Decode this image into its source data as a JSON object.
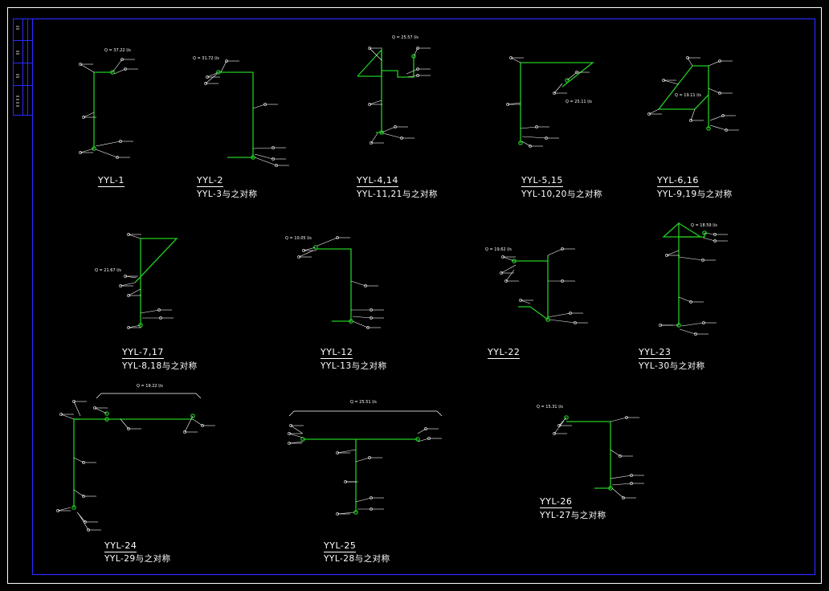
{
  "colors": {
    "background": "#000000",
    "frame": "#ffffff",
    "border": "#2a2aff",
    "pipe": "#22cc22",
    "annotation": "#ffffff"
  },
  "drawing": {
    "title_block_stamp": "YYL sheet"
  },
  "diagrams": [
    {
      "id": "d1",
      "label": "YYL-1",
      "sub": "",
      "flow": "Q = 37.22 l/s"
    },
    {
      "id": "d2",
      "label": "YYL-2",
      "sub": "YYL-3与之对称",
      "flow": "Q = 31.72 l/s"
    },
    {
      "id": "d3",
      "label": "YYL-4,14",
      "sub": "YYL-11,21与之对称",
      "flow": "Q = 25.57 l/s"
    },
    {
      "id": "d4",
      "label": "YYL-5,15",
      "sub": "YYL-10,20与之对称",
      "flow": "Q = 25.11 l/s"
    },
    {
      "id": "d5",
      "label": "YYL-6,16",
      "sub": "YYL-9,19与之对称",
      "flow": "Q = 19.11 l/s"
    },
    {
      "id": "d6",
      "label": "YYL-7,17",
      "sub": "YYL-8,18与之对称",
      "flow": "Q = 21.67 l/s"
    },
    {
      "id": "d7",
      "label": "YYL-12",
      "sub": "YYL-13与之对称",
      "flow": "Q = 10.05 l/s"
    },
    {
      "id": "d8",
      "label": "YYL-22",
      "sub": "",
      "flow": "Q = 19.62 l/s"
    },
    {
      "id": "d9",
      "label": "YYL-23",
      "sub": "YYL-30与之对称",
      "flow": "Q = 18.59 l/s"
    },
    {
      "id": "d10",
      "label": "YYL-24",
      "sub": "YYL-29与之对称",
      "flow": "Q = 19.22 l/s"
    },
    {
      "id": "d11",
      "label": "YYL-25",
      "sub": "YYL-28与之对称",
      "flow": "Q = 25.51 l/s"
    },
    {
      "id": "d12",
      "label": "YYL-26",
      "sub": "YYL-27与之对称",
      "flow": "Q = 15.31 l/s"
    }
  ]
}
